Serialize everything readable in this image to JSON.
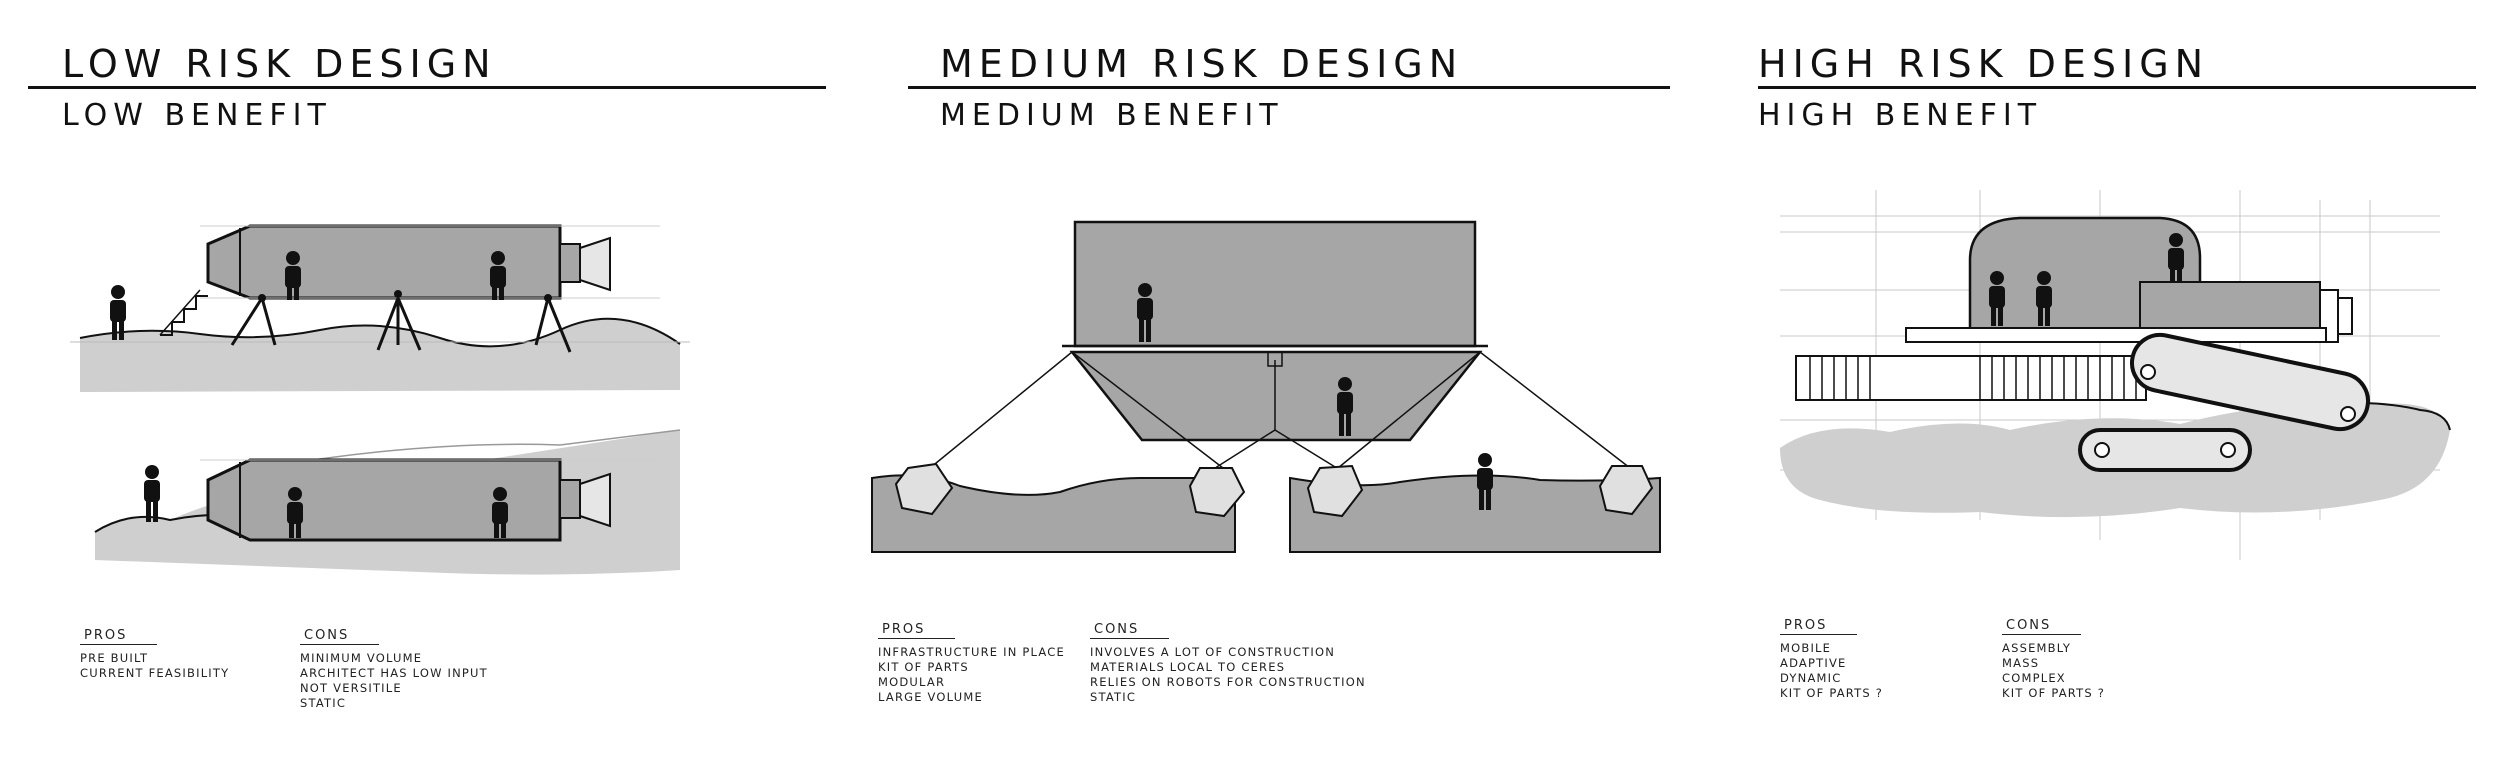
{
  "panels": [
    {
      "title": "LOW RISK DESIGN",
      "subtitle": "LOW BENEFIT",
      "pros_label": "PROS",
      "cons_label": "CONS",
      "pros": [
        "PRE BUILT",
        "CURRENT FEASIBILITY"
      ],
      "cons": [
        "MINIMUM VOLUME",
        "ARCHITECT HAS LOW INPUT",
        "NOT VERSITILE",
        "STATIC"
      ]
    },
    {
      "title": "MEDIUM RISK DESIGN",
      "subtitle": "MEDIUM BENEFIT",
      "pros_label": "PROS",
      "cons_label": "CONS",
      "pros": [
        "INFRASTRUCTURE IN PLACE",
        "KIT OF PARTS",
        "MODULAR",
        "LARGE VOLUME"
      ],
      "cons": [
        "INVOLVES A LOT OF CONSTRUCTION",
        "MATERIALS LOCAL TO CERES",
        "RELIES ON ROBOTS FOR CONSTRUCTION",
        "STATIC"
      ]
    },
    {
      "title": "HIGH RISK DESIGN",
      "subtitle": "HIGH BENEFIT",
      "pros_label": "PROS",
      "cons_label": "CONS",
      "pros": [
        "MOBILE",
        "ADAPTIVE",
        "DYNAMIC",
        "KIT OF PARTS ?"
      ],
      "cons": [
        "ASSEMBLY",
        "MASS",
        "COMPLEX",
        "KIT OF PARTS ?"
      ]
    }
  ],
  "colors": {
    "ink": "#111111",
    "fill": "#a6a6a6",
    "ground": "#cfcfcf"
  }
}
